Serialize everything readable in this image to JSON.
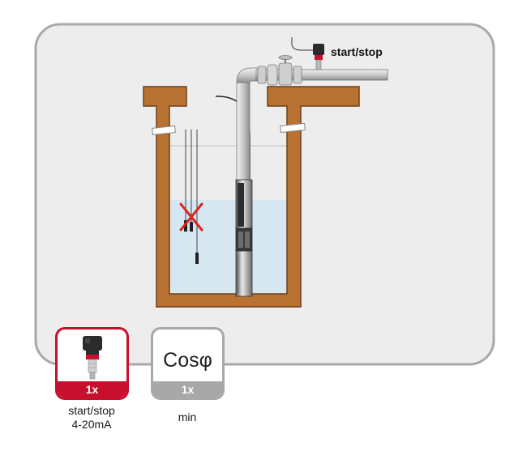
{
  "diagram": {
    "sensor_label": "start/stop"
  },
  "cards": [
    {
      "icon": "pressure-transducer-icon",
      "badge": "1x",
      "label_line1": "start/stop",
      "label_line2": "4-20mA",
      "accent": "#c8102e"
    },
    {
      "caption": "Cosφ",
      "badge": "1x",
      "label_line1": "min",
      "accent": "#a8a8a8"
    }
  ],
  "colors": {
    "panel": "#ededed",
    "panel_border": "#a9a9a9",
    "shaft": "#b87333",
    "water": "#d6e7f2",
    "cross": "#d9261c"
  }
}
